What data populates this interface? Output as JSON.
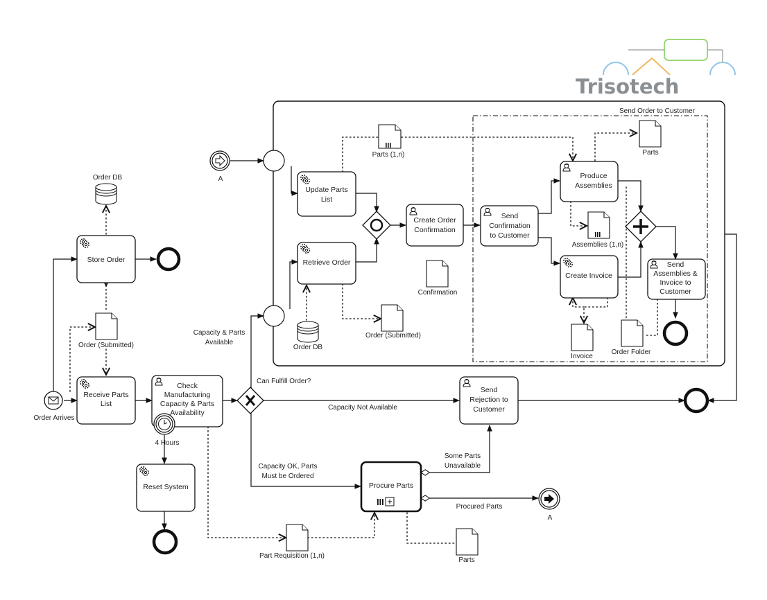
{
  "logo": {
    "text": "Trisotech"
  },
  "pool": {
    "subprocess_label": "Send Order to Customer"
  },
  "events": {
    "order_arrives": "Order Arrives",
    "timer": "4 Hours",
    "link_catch": "A",
    "link_throw": "A"
  },
  "tasks": {
    "store_order": "Store Order",
    "receive_parts_list": [
      "Receive Parts",
      "List"
    ],
    "check_capacity": [
      "Check",
      "Manufacturing",
      "Capacity & Parts",
      "Availability"
    ],
    "reset_system": "Reset System",
    "update_parts_list": [
      "Update Parts",
      "List"
    ],
    "retrieve_order": "Retrieve Order",
    "create_order_confirmation": [
      "Create Order",
      "Confirmation"
    ],
    "send_confirmation": [
      "Send",
      "Confirmation",
      "to Customer"
    ],
    "produce_assemblies": [
      "Produce",
      "Assemblies"
    ],
    "create_invoice": "Create Invoice",
    "send_assemblies_invoice": [
      "Send",
      "Assemblies &",
      "Invoice to",
      "Customer"
    ],
    "send_rejection": [
      "Send",
      "Rejection to",
      "Customer"
    ],
    "procure_parts": "Procure Parts"
  },
  "data": {
    "order_db_top": "Order DB",
    "order_submitted_left": "Order (Submitted)",
    "parts_1n": "Parts (1,n)",
    "confirmation": "Confirmation",
    "order_db_inner": "Order DB",
    "order_submitted_inner": "Order (Submitted)",
    "parts_top": "Parts",
    "assemblies_1n": "Assemblies (1,n)",
    "invoice": "Invoice",
    "order_folder": "Order Folder",
    "part_requisition": "Part Requisition (1,n)",
    "parts_bottom": "Parts"
  },
  "gateway": {
    "label": "Can Fulfill Order?"
  },
  "flows": {
    "capacity_parts_available": [
      "Capacity & Parts",
      "Available"
    ],
    "capacity_not_available": "Capacity Not Available",
    "capacity_ok_parts_ordered": [
      "Capacity OK, Parts",
      "Must be Ordered"
    ],
    "some_parts_unavailable": [
      "Some Parts",
      "Unavailable"
    ],
    "procured_parts": "Procured Parts"
  }
}
